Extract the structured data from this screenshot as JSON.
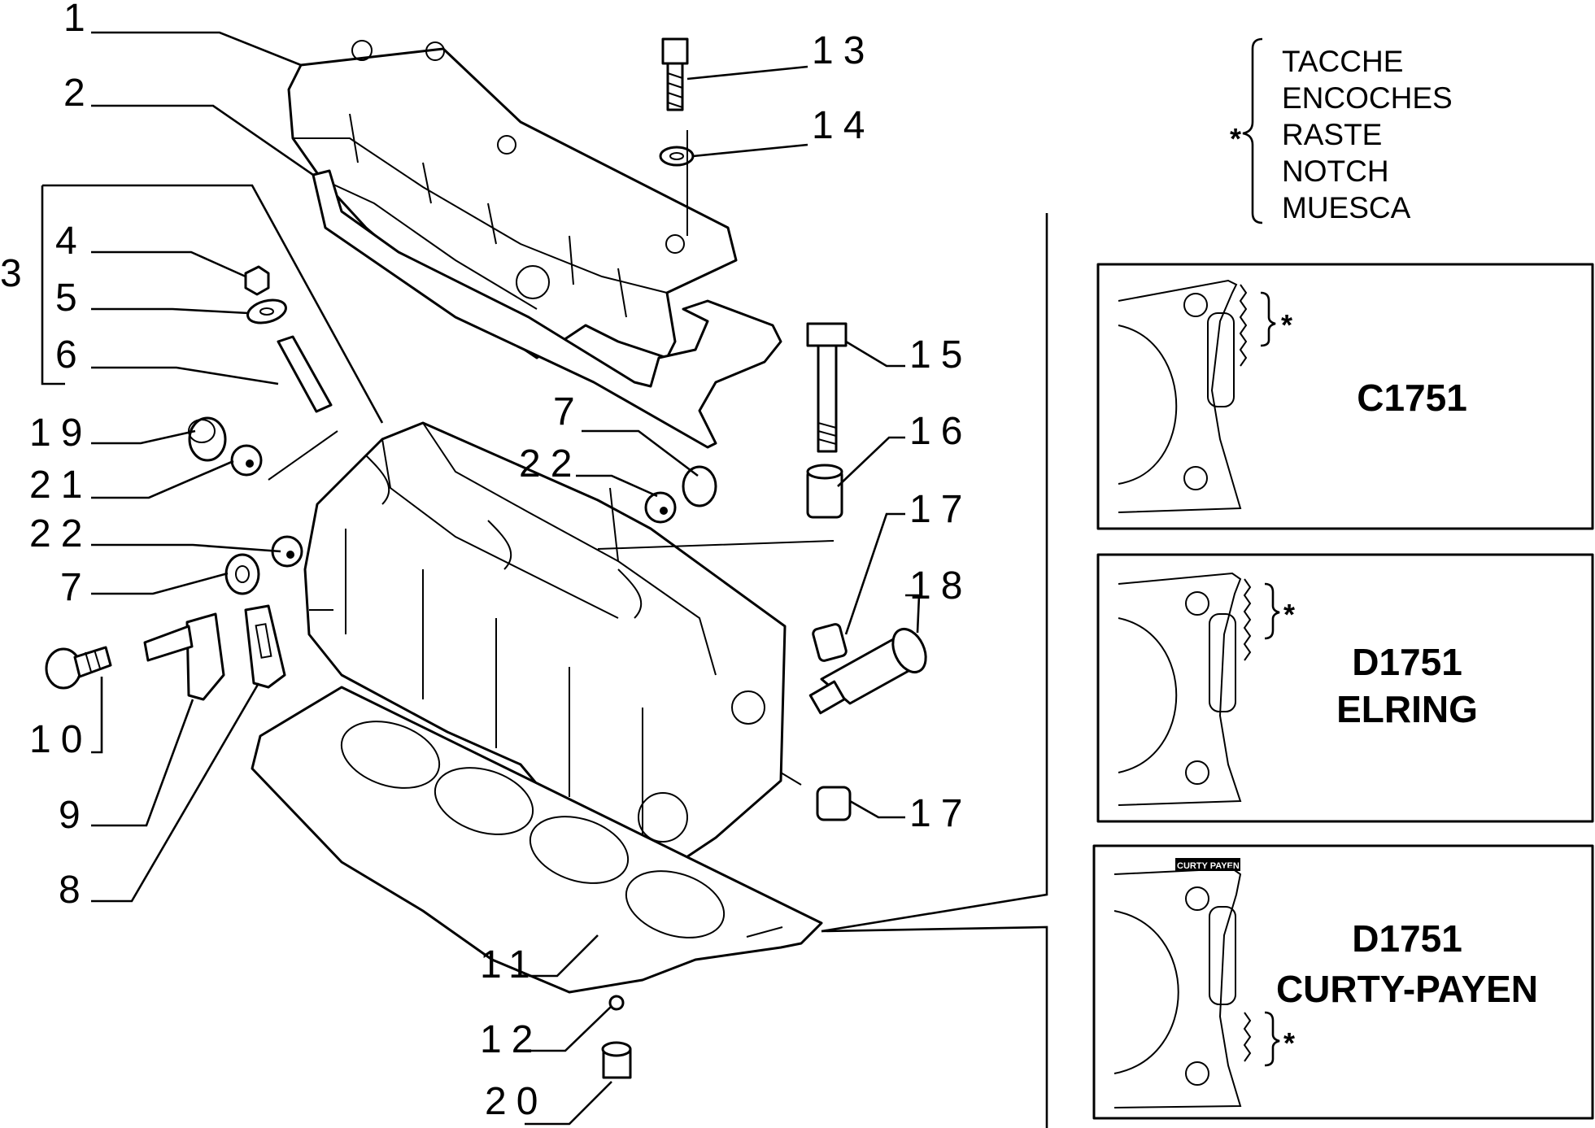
{
  "callouts": {
    "c1": "1",
    "c2": "2",
    "c3": "3",
    "c4": "4",
    "c5": "5",
    "c6": "6",
    "c7a": "7",
    "c7b": "7",
    "c8": "8",
    "c9": "9",
    "c10": "10",
    "c11": "11",
    "c12": "12",
    "c13": "13",
    "c14": "14",
    "c15": "15",
    "c16": "16",
    "c17a": "17",
    "c17b": "17",
    "c18": "18",
    "c19": "19",
    "c20": "20",
    "c21": "21",
    "c22a": "22",
    "c22b": "22"
  },
  "legend": {
    "marker": "*",
    "terms": [
      "TACCHE",
      "ENCOCHES",
      "RASTE",
      "NOTCH",
      "MUESCA"
    ]
  },
  "variants": [
    {
      "lines": [
        "C1751"
      ],
      "marker": "*"
    },
    {
      "lines": [
        "D1751",
        "ELRING"
      ],
      "marker": "*"
    },
    {
      "lines": [
        "D1751",
        "CURTY-PAYEN"
      ],
      "marker": "*",
      "stamp": "CURTY PAYEN"
    }
  ]
}
